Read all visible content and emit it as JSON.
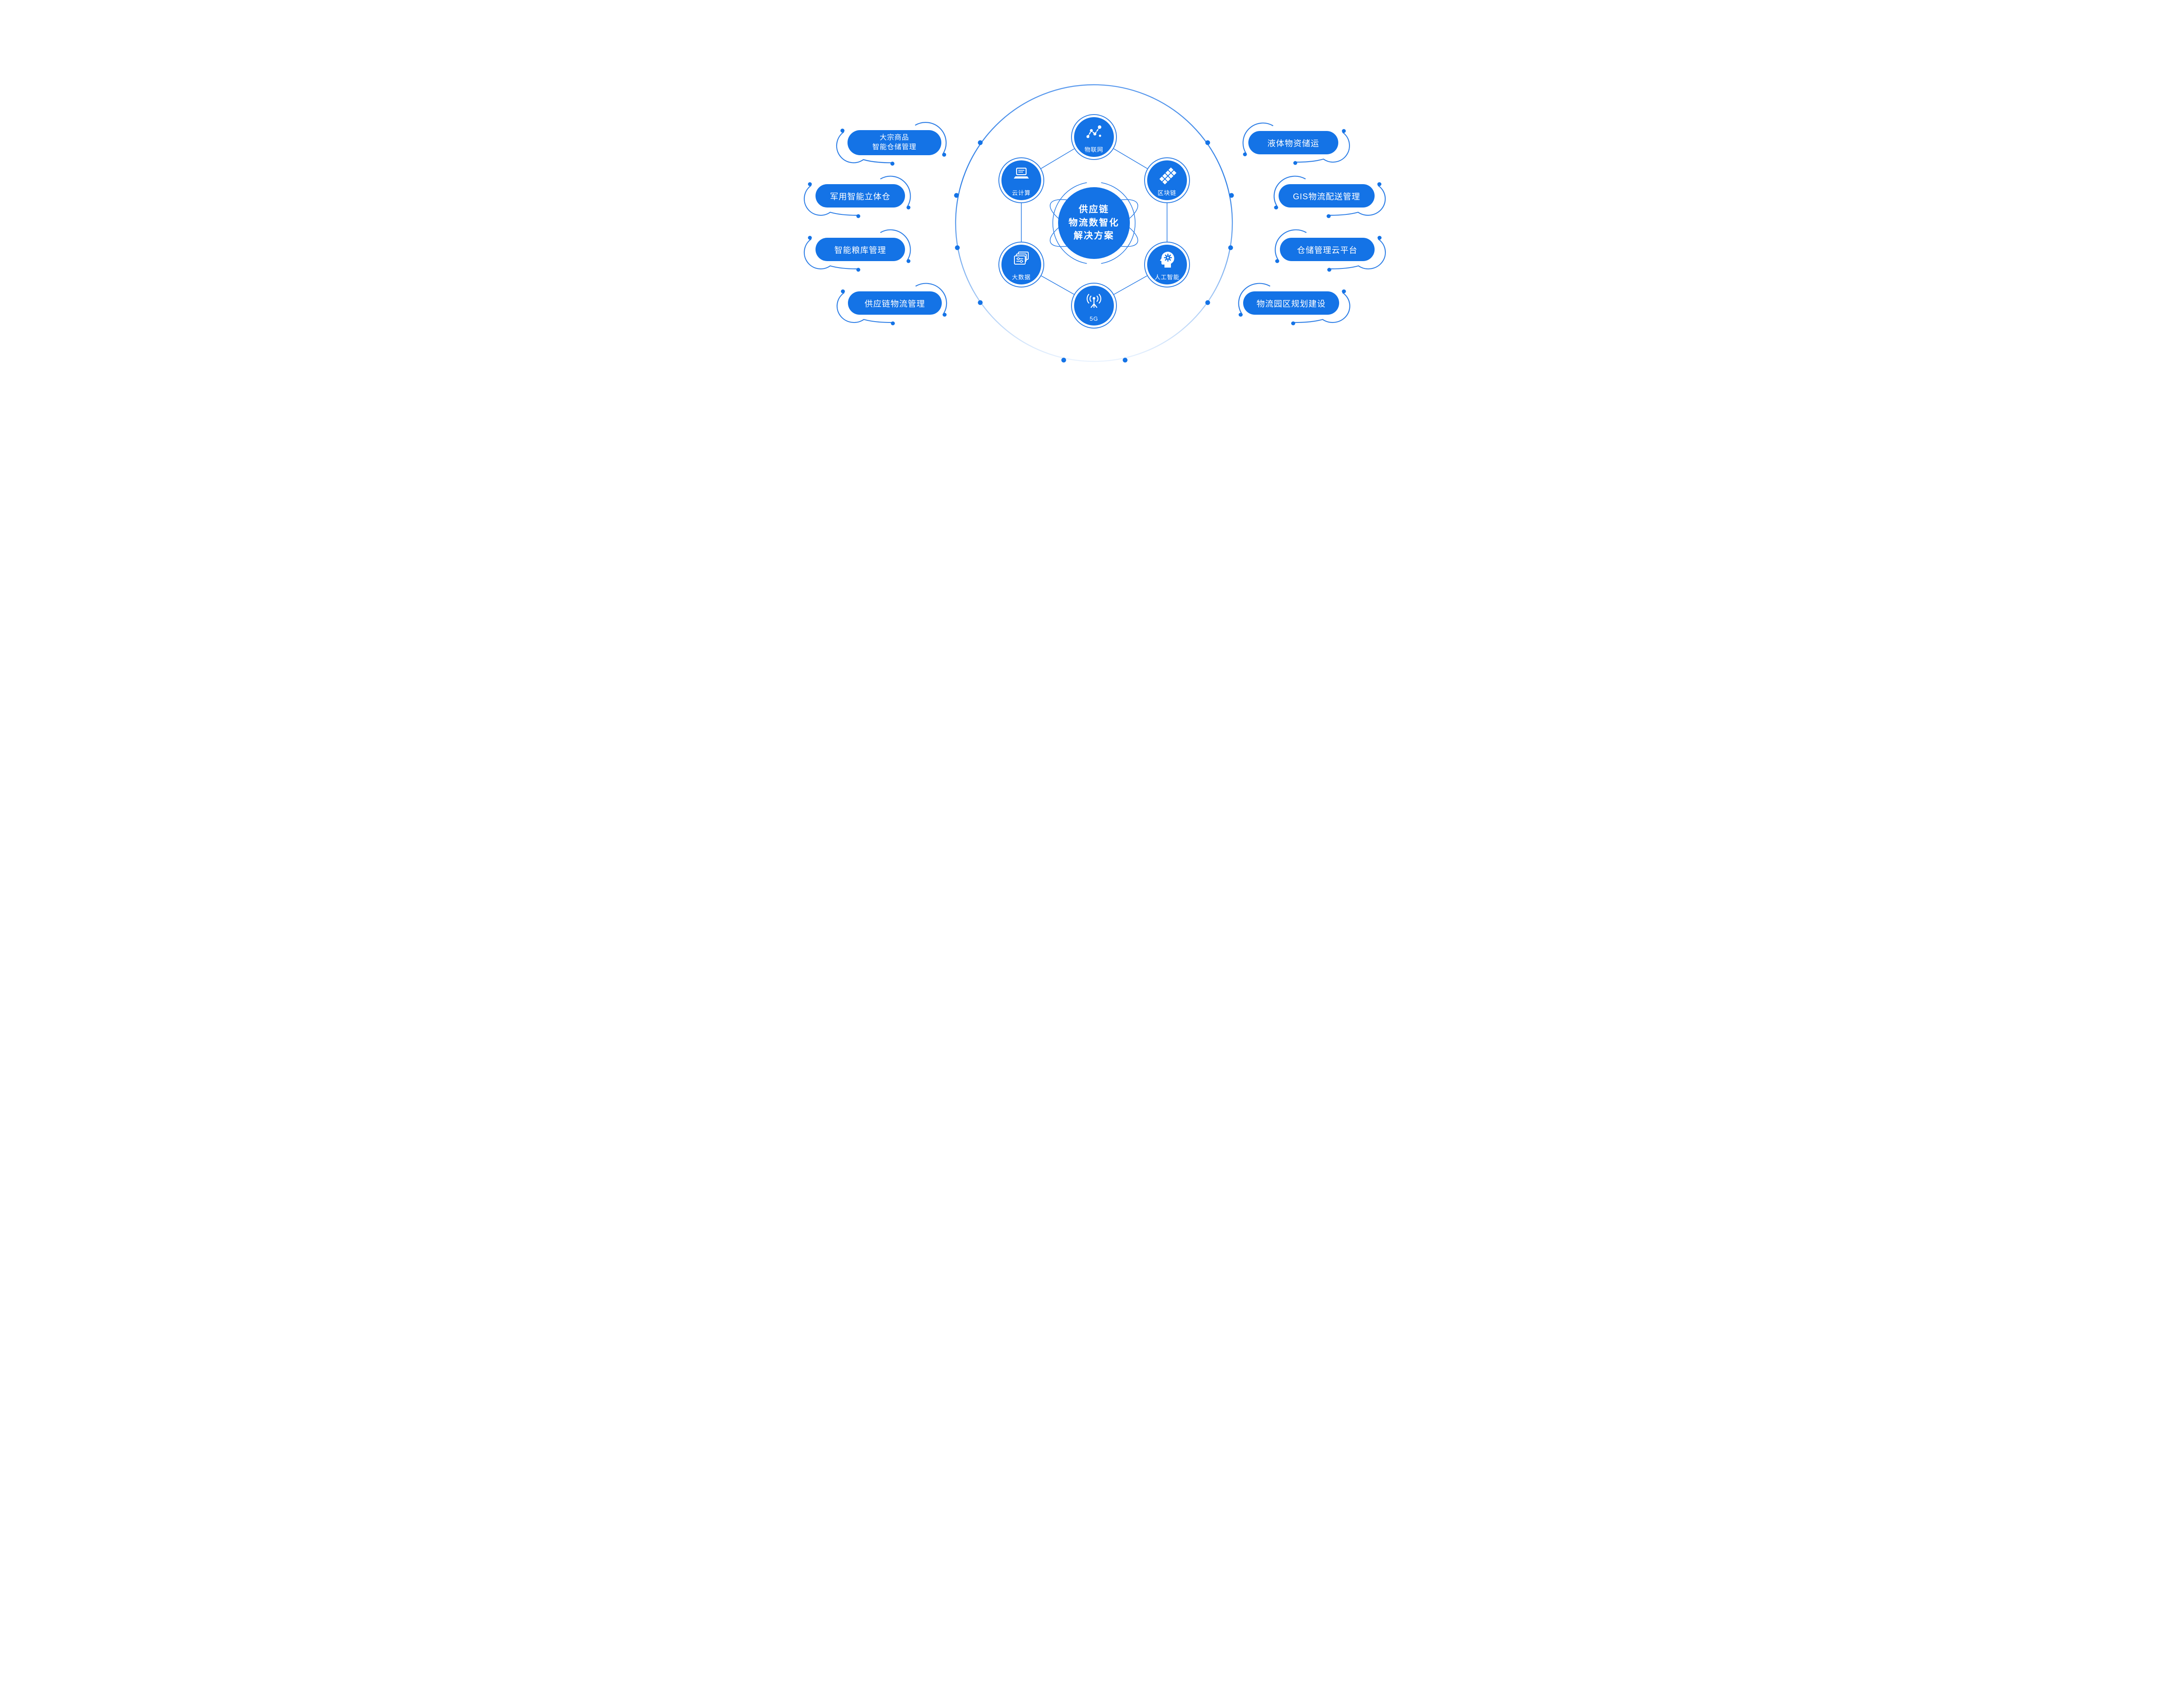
{
  "colors": {
    "primary_blue": "#1473E6",
    "line_blue": "#2F7FE6",
    "circle_fade": "#EAF3FE"
  },
  "center": {
    "lines": [
      "供应链",
      "物流数智化",
      "解决方案"
    ]
  },
  "nodes": [
    {
      "label": "物联网"
    },
    {
      "label": "区块链"
    },
    {
      "label": "人工智能"
    },
    {
      "label": "5G"
    },
    {
      "label": "大数据"
    },
    {
      "label": "云计算"
    }
  ],
  "pills": {
    "left": [
      {
        "lines": [
          "大宗商品",
          "智能仓储管理"
        ]
      },
      {
        "lines": [
          "军用智能立体仓"
        ]
      },
      {
        "lines": [
          "智能粮库管理"
        ]
      },
      {
        "lines": [
          "供应链物流管理"
        ]
      }
    ],
    "right": [
      {
        "lines": [
          "液体物资储运"
        ]
      },
      {
        "lines": [
          "GIS物流配送管理"
        ]
      },
      {
        "lines": [
          "仓储管理云平台"
        ]
      },
      {
        "lines": [
          "物流园区规划建设"
        ]
      }
    ]
  }
}
